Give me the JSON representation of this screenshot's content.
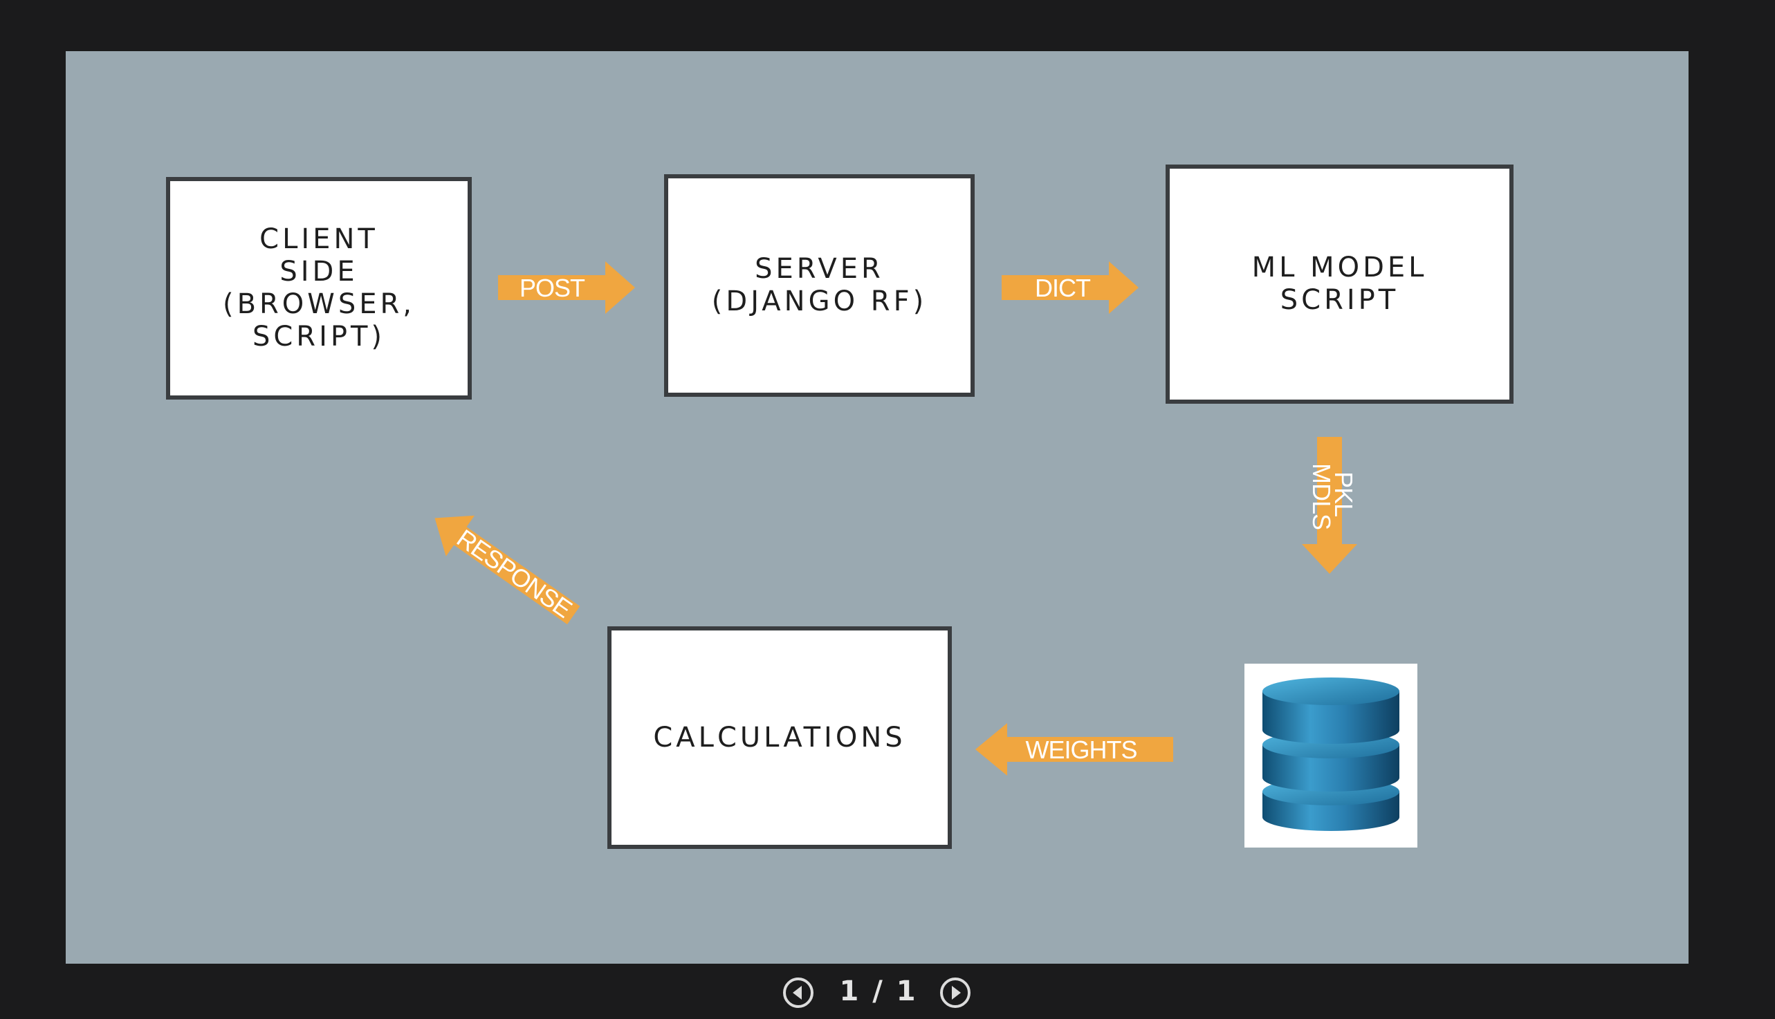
{
  "slide": {
    "boxes": {
      "client": "CLIENT\nSIDE\n(BROWSER,\nSCRIPT)",
      "server": "SERVER\n(DJANGO RF)",
      "ml_model": "ML MODEL\nSCRIPT",
      "calculations": "CALCULATIONS"
    },
    "arrows": {
      "post": "POST",
      "dict": "DICT",
      "pkl_line1": "PKL",
      "pkl_line2": "MDLS",
      "weights": "WEIGHTS",
      "response": "RESPONSE"
    },
    "colors": {
      "slide_background": "#9aa9b1",
      "arrow": "#f0a640",
      "database": "#2d86b5"
    },
    "icons": {
      "database": "database-icon"
    }
  },
  "navigation": {
    "page_indicator": "1 / 1",
    "prev_icon": "circle-arrow-left-icon",
    "next_icon": "circle-arrow-right-icon"
  }
}
